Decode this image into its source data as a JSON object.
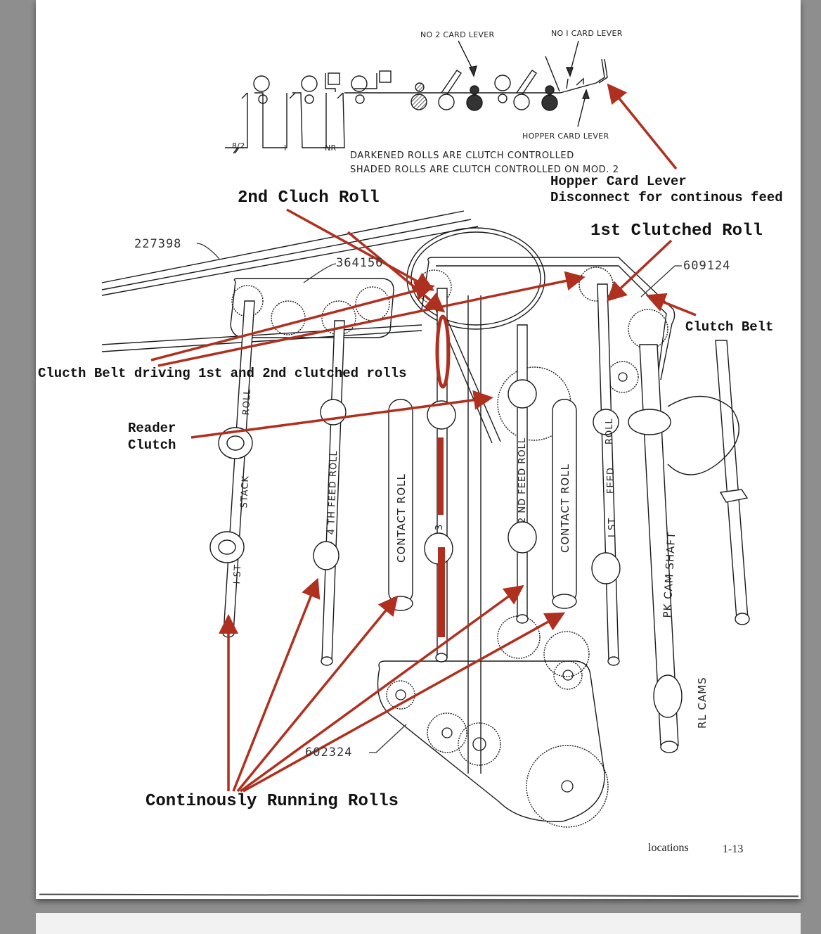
{
  "document": {
    "page_footer": {
      "section": "locations",
      "page_number": "1-13"
    }
  },
  "schematic": {
    "lever_labels": {
      "no2_card_lever": "NO 2 CARD LEVER",
      "no1_card_lever": "NO I CARD LEVER",
      "hopper_card_lever": "HOPPER CARD LEVER"
    },
    "pocket_labels": [
      "8/2",
      "I",
      "NR"
    ],
    "legend": [
      "DARKENED ROLLS ARE CLUTCH CONTROLLED",
      "SHADED ROLLS ARE CLUTCH CONTROLLED ON MOD. 2"
    ]
  },
  "part_numbers": {
    "main_belt": "227398",
    "stacker_belt": "364156",
    "clutch_belt": "609124",
    "lower_belt": "602324"
  },
  "roll_labels": {
    "stack_roll": [
      "I ST",
      "STACK",
      "ROLL"
    ],
    "fourth_feed": "4 TH FEED ROLL",
    "contact_roll_left": "CONTACT  ROLL",
    "third_feed": "3",
    "second_feed": "2 ND FEED ROLL",
    "contact_roll_right": "CONTACT  ROLL",
    "first_feed": [
      "I ST",
      "FEED",
      "ROLL"
    ],
    "pk_cam_shaft": "PK  CAM  SHAFT",
    "rl_cams": "RL  CAMS"
  },
  "annotations": {
    "hopper_card_lever": [
      "Hopper Card Lever",
      "Disconnect for continous feed"
    ],
    "second_clutch_roll": "2nd Cluch Roll",
    "first_clutched_roll": "1st Clutched Roll",
    "clutch_belt": "Clutch Belt",
    "clutch_belt_driving": "Clucth Belt driving 1st and 2nd clutched rolls",
    "reader_clutch": [
      "Reader",
      "Clutch"
    ],
    "continuous_rolls": "Continously Running Rolls"
  },
  "colors": {
    "annotation_arrow": "#b0301f",
    "viewer_background": "#8e8e8e",
    "page": "#ffffff",
    "line_art": "#1a1a1a"
  }
}
